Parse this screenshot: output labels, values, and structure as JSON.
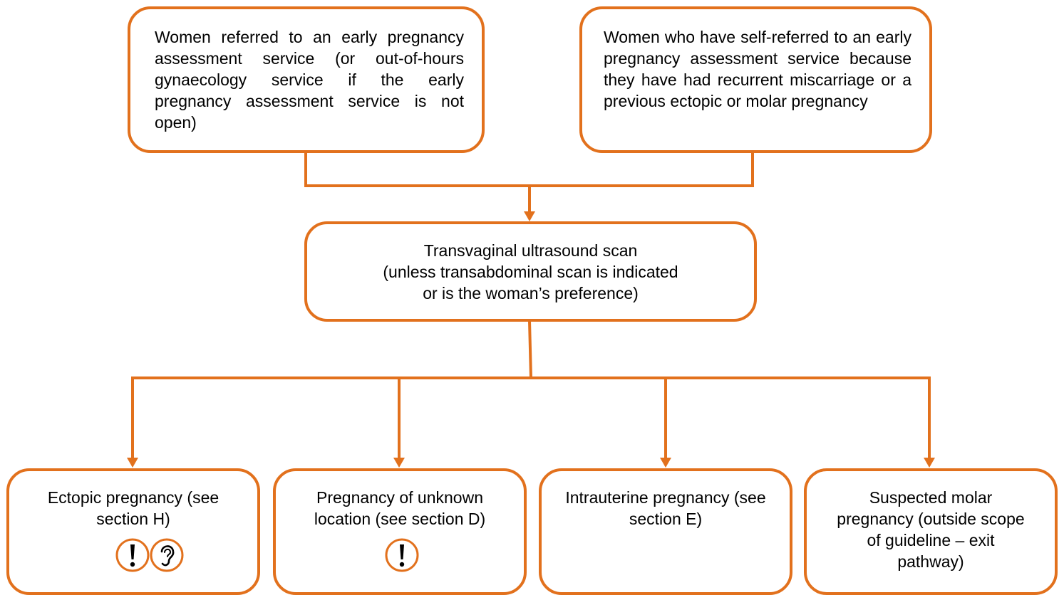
{
  "colors": {
    "accent": "#e2711d",
    "text": "#000000"
  },
  "top_left": {
    "text": "Women referred to an early pregnancy assessment service (or out-of-hours gynaecology service if the early pregnancy assessment service is not open)"
  },
  "top_right": {
    "text": "Women who have self-referred to an early pregnancy assessment service because they have had recurrent miscarriage or a previous ectopic or molar pregnancy"
  },
  "middle": {
    "line1": "Transvaginal ultrasound scan",
    "line2": "(unless transabdominal scan is indicated or is the woman’s preference)"
  },
  "outcomes": [
    {
      "text": "Ectopic pregnancy (see section H)",
      "icons": [
        "exclamation-icon",
        "ear-icon"
      ]
    },
    {
      "text": "Pregnancy of unknown location (see section D)",
      "icons": [
        "exclamation-icon"
      ]
    },
    {
      "text": "Intrauterine pregnancy (see section E)",
      "icons": []
    },
    {
      "text": "Suspected molar pregnancy (outside scope of guideline – exit pathway)",
      "icons": []
    }
  ]
}
